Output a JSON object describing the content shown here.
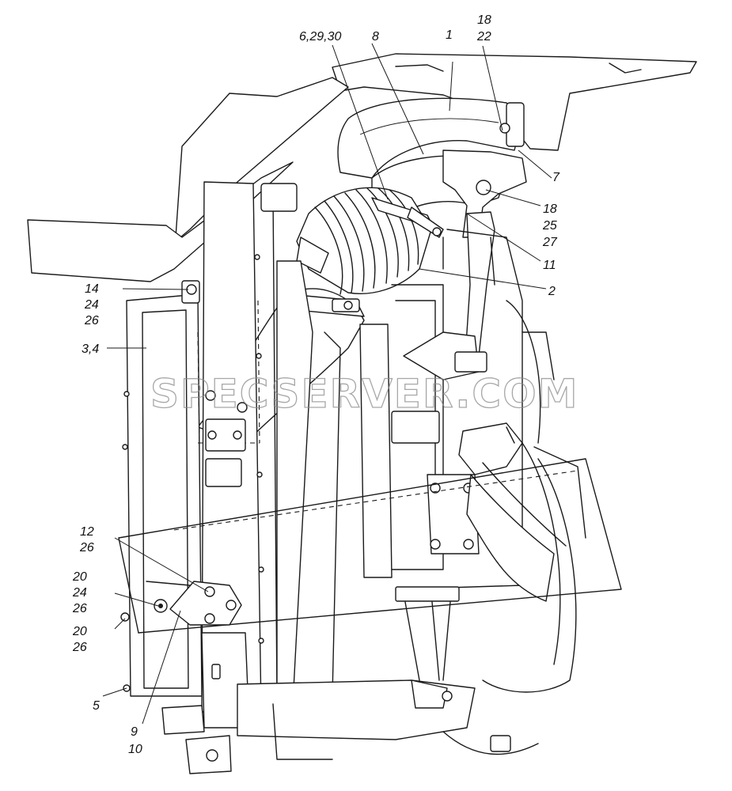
{
  "diagram": {
    "watermark": "SPECSERVER.COM",
    "callouts": {
      "c18_22_top": [
        "18",
        "22"
      ],
      "c1": [
        "1"
      ],
      "c6_29_30": [
        "6,29,30"
      ],
      "c8": [
        "8"
      ],
      "c7": [
        "7"
      ],
      "c18_25_27": [
        "18",
        "25",
        "27"
      ],
      "c11": [
        "11"
      ],
      "c2": [
        "2"
      ],
      "c14_24_26": [
        "14",
        "24",
        "26"
      ],
      "c3_4": [
        "3,4"
      ],
      "c12_26": [
        "12",
        "26"
      ],
      "c20_24_26": [
        "20",
        "24",
        "26"
      ],
      "c20_26": [
        "20",
        "26"
      ],
      "c5": [
        "5"
      ],
      "c9_10": [
        "9",
        "10"
      ]
    }
  }
}
